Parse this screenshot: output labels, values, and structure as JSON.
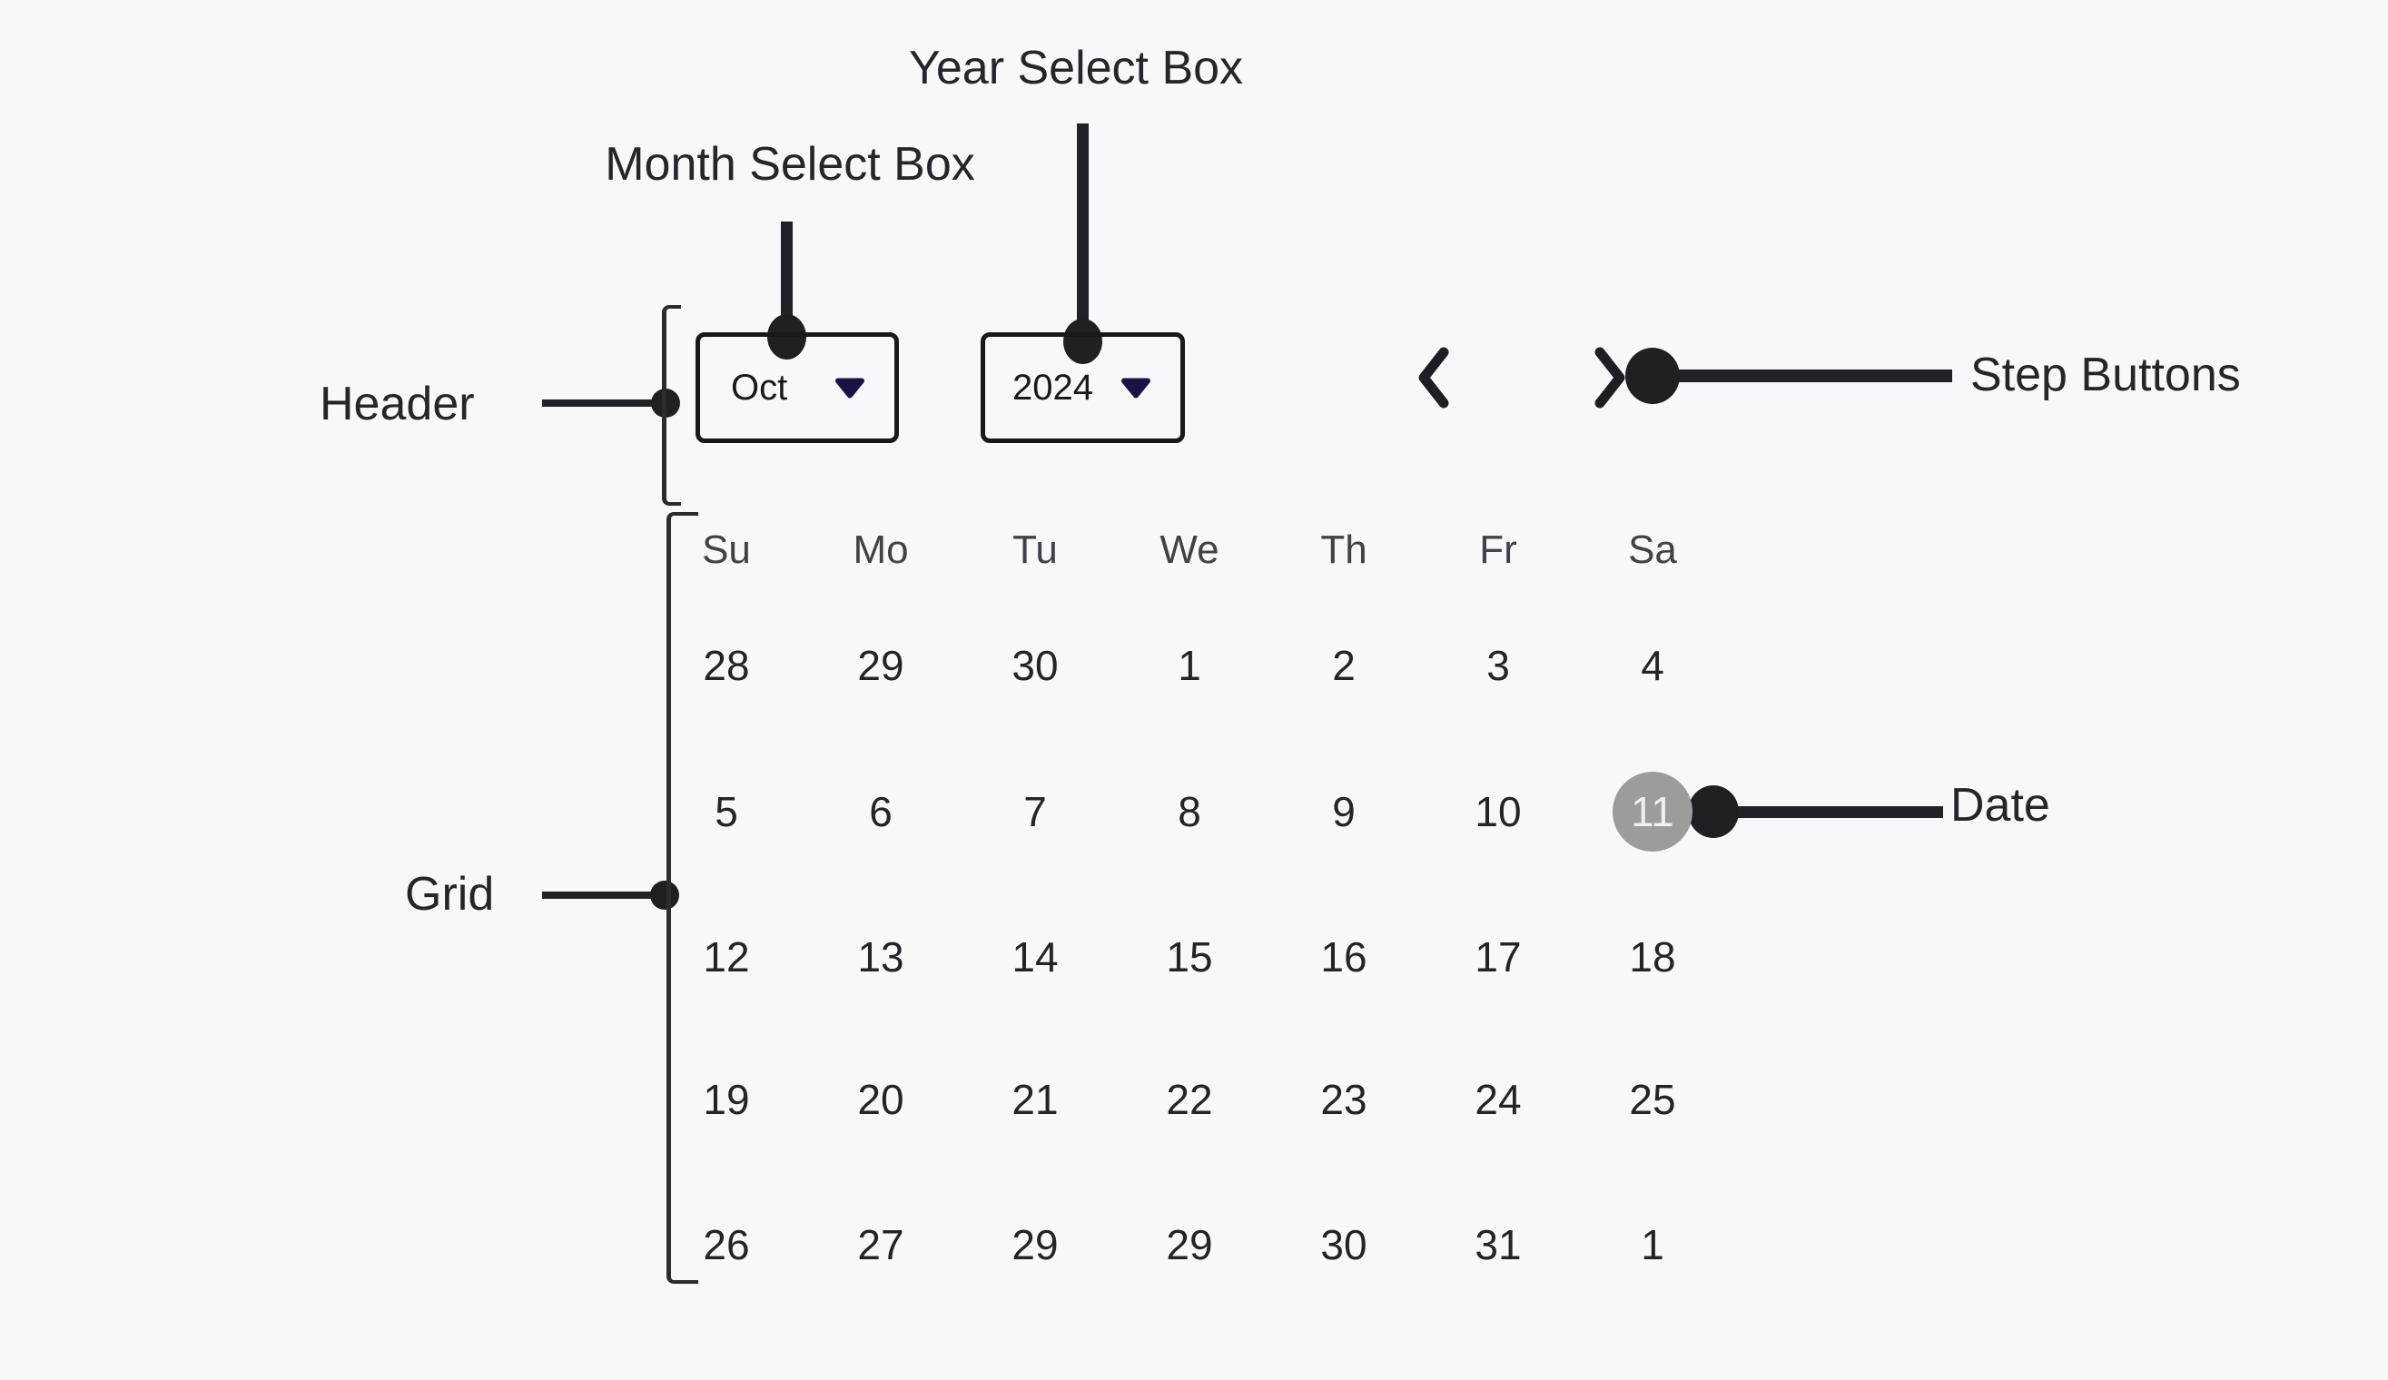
{
  "page": {
    "background": "#f7f8fa",
    "ink": "#202227",
    "arrow_navy": "#1a1245",
    "selected_gray": "#9c9c9c",
    "selected_text": "#eef0f3"
  },
  "annotations": {
    "year_select": "Year Select Box",
    "month_select": "Month Select Box",
    "header": "Header",
    "step_buttons": "Step Buttons",
    "grid": "Grid",
    "date": "Date"
  },
  "picker": {
    "month": "Oct",
    "year": "2024",
    "prev_icon": "chevron-left",
    "next_icon": "chevron-right",
    "weekdays": [
      "Su",
      "Mo",
      "Tu",
      "We",
      "Th",
      "Fr",
      "Sa"
    ],
    "rows": [
      [
        "28",
        "29",
        "30",
        "1",
        "2",
        "3",
        "4"
      ],
      [
        "5",
        "6",
        "7",
        "8",
        "9",
        "10",
        "11"
      ],
      [
        "12",
        "13",
        "14",
        "15",
        "16",
        "17",
        "18"
      ],
      [
        "19",
        "20",
        "21",
        "22",
        "23",
        "24",
        "25"
      ],
      [
        "26",
        "27",
        "29",
        "29",
        "30",
        "31",
        "1"
      ]
    ],
    "selected_date": "11"
  }
}
